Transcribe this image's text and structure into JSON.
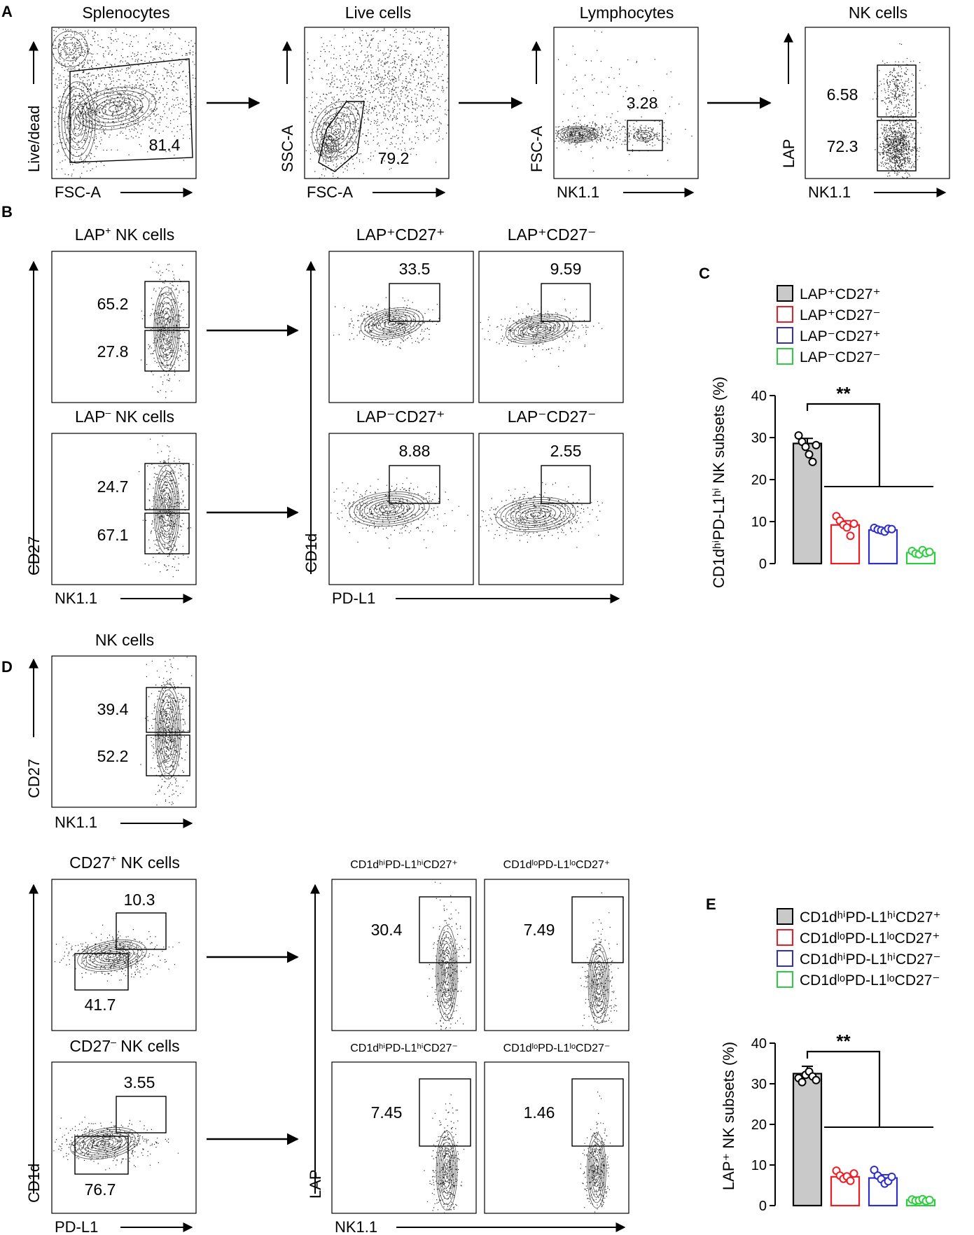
{
  "panel_labels": [
    "A",
    "B",
    "C",
    "D",
    "E"
  ],
  "panel_a": {
    "plots": [
      {
        "title": "Splenocytes",
        "ylabel": "Live/dead",
        "xlabel": "FSC-A",
        "gate_values": [
          "81.4"
        ]
      },
      {
        "title": "Live cells",
        "ylabel": "SSC-A",
        "xlabel": "FSC-A",
        "gate_values": [
          "79.2"
        ]
      },
      {
        "title": "Lymphocytes",
        "ylabel": "FSC-A",
        "xlabel": "NK1.1",
        "gate_values": [
          "3.28"
        ]
      },
      {
        "title": "NK cells",
        "ylabel": "LAP",
        "xlabel": "NK1.1",
        "gate_values": [
          "6.58",
          "72.3"
        ]
      }
    ]
  },
  "panel_b": {
    "left": [
      {
        "title_main": "LAP",
        "title_sup": "+",
        "title_rest": " NK cells",
        "values": [
          "65.2",
          "27.8"
        ]
      },
      {
        "title_main": "LAP",
        "title_sup": "–",
        "title_rest": " NK cells",
        "values": [
          "24.7",
          "67.1"
        ]
      }
    ],
    "left_ylabel": "CD27",
    "left_xlabel": "NK1.1",
    "right": [
      {
        "title": "LAP⁺CD27⁺",
        "value": "33.5"
      },
      {
        "title": "LAP⁺CD27⁻",
        "value": "9.59"
      },
      {
        "title": "LAP⁻CD27⁺",
        "value": "8.88"
      },
      {
        "title": "LAP⁻CD27⁻",
        "value": "2.55"
      }
    ],
    "right_ylabel": "CD1d",
    "right_xlabel": "PD-L1"
  },
  "panel_d": {
    "top": {
      "title": "NK cells",
      "values": [
        "39.4",
        "52.2"
      ],
      "ylabel": "CD27",
      "xlabel": "NK1.1"
    },
    "left": [
      {
        "title_main": "CD27",
        "title_sup": "+",
        "title_rest": " NK cells",
        "values": [
          "10.3",
          "41.7"
        ]
      },
      {
        "title_main": "CD27",
        "title_sup": "–",
        "title_rest": " NK cells",
        "values": [
          "3.55",
          "76.7"
        ]
      }
    ],
    "left_ylabel": "CD1d",
    "left_xlabel": "PD-L1",
    "right": [
      {
        "title": "CD1dʰⁱPD-L1ʰⁱCD27⁺",
        "value": "30.4"
      },
      {
        "title": "CD1dˡᵒPD-L1ˡᵒCD27⁺",
        "value": "7.49"
      },
      {
        "title": "CD1dʰⁱPD-L1ʰⁱCD27⁻",
        "value": "7.45"
      },
      {
        "title": "CD1dˡᵒPD-L1ˡᵒCD27⁻",
        "value": "1.46"
      }
    ],
    "right_ylabel": "LAP",
    "right_xlabel": "NK1.1"
  },
  "colors": {
    "gray": "#c9c9c9",
    "red": "#ee1c24",
    "blue": "#2e2ec8",
    "green": "#2ecc40",
    "axis": "#000000"
  },
  "chart_data": [
    {
      "panel": "C",
      "type": "bar",
      "ylabel": "CD1dʰⁱPD-L1ʰⁱ NK subsets (%)",
      "ylim": [
        0,
        40
      ],
      "yticks": [
        0,
        10,
        20,
        30,
        40
      ],
      "significance": "**",
      "legend_position": "top",
      "series": [
        {
          "name": "LAP⁺CD27⁺",
          "color": "#c9c9c9",
          "mean": 28.6,
          "sem": 1.2,
          "points": [
            30.5,
            29.0,
            27.8,
            26.0,
            24.2,
            28.2
          ]
        },
        {
          "name": "LAP⁺CD27⁻",
          "color": "#ee1c24",
          "mean": 9.2,
          "sem": 1.0,
          "points": [
            11.3,
            10.2,
            9.2,
            8.6,
            6.6,
            9.5
          ]
        },
        {
          "name": "LAP⁻CD27⁺",
          "color": "#2e2ec8",
          "mean": 8.0,
          "sem": 0.4,
          "points": [
            8.5,
            8.1,
            7.9,
            7.6,
            8.3,
            8.2
          ]
        },
        {
          "name": "LAP⁻CD27⁻",
          "color": "#2ecc40",
          "mean": 2.6,
          "sem": 0.4,
          "points": [
            3.0,
            2.4,
            2.2,
            3.2,
            2.5,
            2.8
          ]
        }
      ]
    },
    {
      "panel": "E",
      "type": "bar",
      "ylabel": "LAP⁺ NK subsets (%)",
      "ylim": [
        0,
        40
      ],
      "yticks": [
        0,
        10,
        20,
        30,
        40
      ],
      "significance": "**",
      "legend_position": "top",
      "series": [
        {
          "name": "CD1dʰⁱPD-L1ʰⁱCD27⁺",
          "color": "#c9c9c9",
          "mean": 32.5,
          "sem": 1.8,
          "points": [
            31.4,
            30.4,
            32.2,
            33.0,
            31.8,
            30.9
          ]
        },
        {
          "name": "CD1dˡᵒPD-L1ˡᵒCD27⁺",
          "color": "#ee1c24",
          "mean": 7.1,
          "sem": 0.7,
          "points": [
            8.6,
            7.4,
            6.6,
            7.2,
            6.1,
            7.9
          ]
        },
        {
          "name": "CD1dʰⁱPD-L1ʰⁱCD27⁻",
          "color": "#2e2ec8",
          "mean": 6.8,
          "sem": 0.8,
          "points": [
            8.8,
            7.4,
            6.5,
            5.4,
            6.0,
            7.1
          ]
        },
        {
          "name": "CD1dˡᵒPD-L1ˡᵒCD27⁻",
          "color": "#2ecc40",
          "mean": 1.4,
          "sem": 0.2,
          "points": [
            1.5,
            1.2,
            1.3,
            1.6,
            1.1,
            1.4
          ]
        }
      ]
    }
  ]
}
